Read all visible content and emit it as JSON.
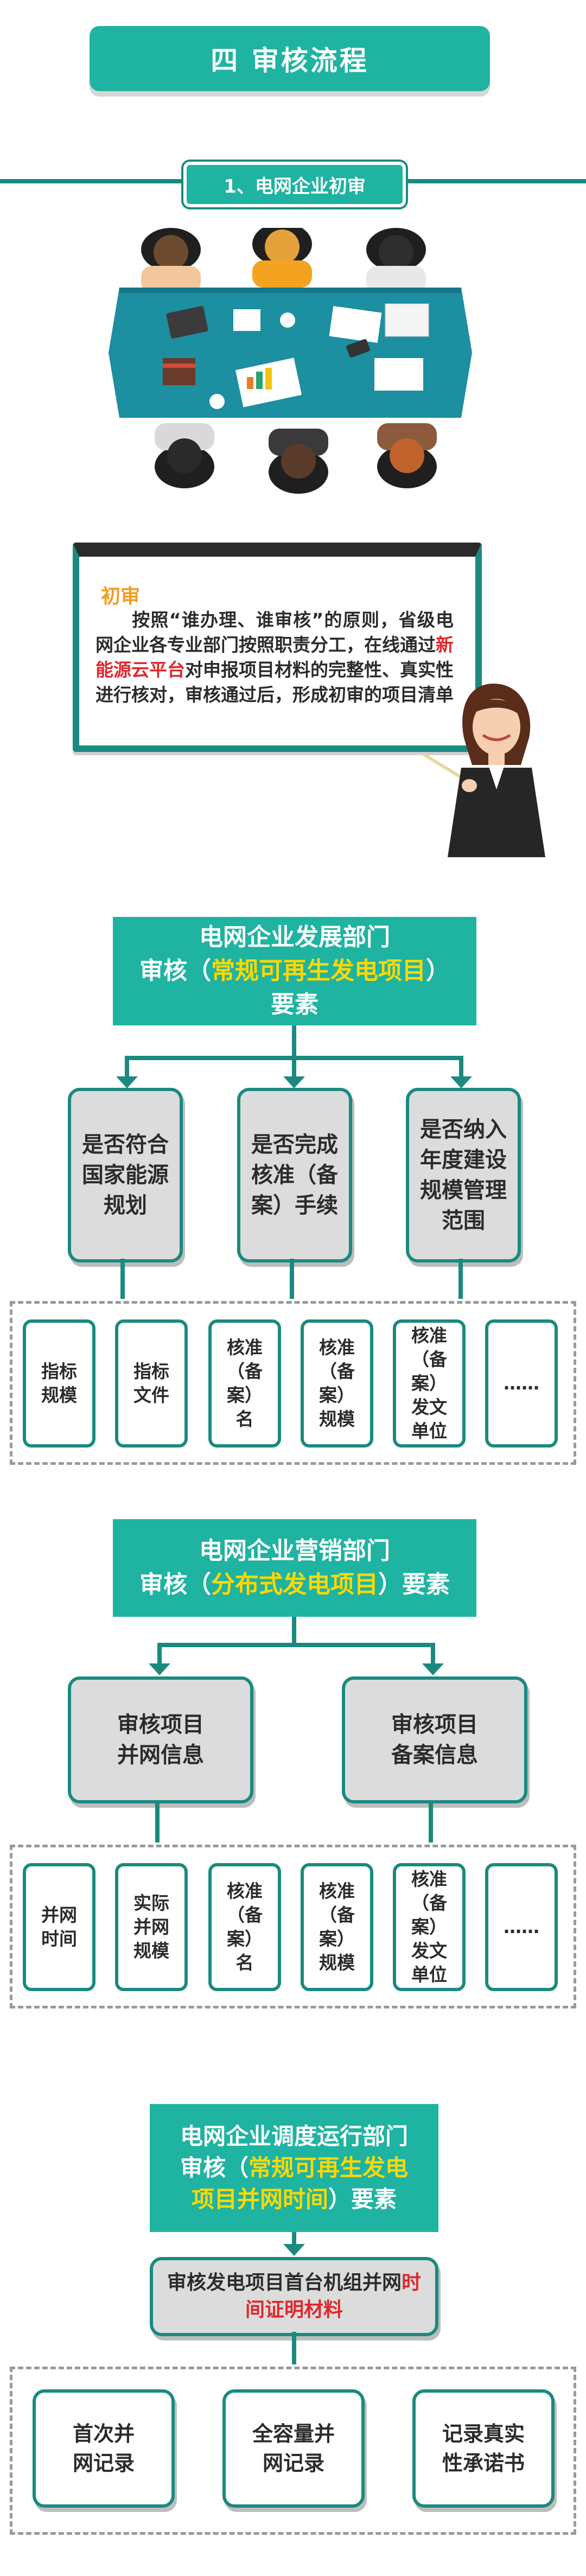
{
  "section_title": "四  审核流程",
  "sub_heading": "1、电网企业初审",
  "initial_review": {
    "title": "初审",
    "body_part1": "按照“谁办理、谁审核”的原则，省级电网企业各专业部门按照职责分工，在线通过",
    "body_highlight": "新能源云平台",
    "body_part2": "对申报项目材料的完整性、真实性进行核对，审核通过后，形成初审的项目清单"
  },
  "dev_dept": {
    "line1": "电网企业发展部门",
    "line2_prefix": "审核（",
    "line2_highlight": "常规可再生发电项目",
    "line2_suffix": "）",
    "line3": "要素",
    "criteria": [
      "是否符合国家能源规划",
      "是否完成核准（备案）手续",
      "是否纳入年度建设规模管理范围"
    ],
    "items": [
      "指标规模",
      "指标文件",
      "核准（备案）名",
      "核准（备案）规模",
      "核准（备案）发文单位",
      "……"
    ]
  },
  "mkt_dept": {
    "line1": "电网企业营销部门",
    "line2_prefix": "审核（",
    "line2_highlight": "分布式发电项目",
    "line2_suffix": "）要素",
    "criteria": [
      "审核项目并网信息",
      "审核项目备案信息"
    ],
    "items": [
      "并网时间",
      "实际并网规模",
      "核准（备案）名",
      "核准（备案）规模",
      "核准（备案）发文单位",
      "……"
    ]
  },
  "dispatch_dept": {
    "line1": "电网企业调度运行部门",
    "line2_prefix": "审核（",
    "line2_highlight": "常规可再生发电",
    "line3_highlight": "项目并网时间",
    "line3_suffix": "）要素",
    "review_prefix": "审核发电项目首台机组并网",
    "review_highlight": "时间证明材料",
    "items": [
      "首次并网记录",
      "全容量并网记录",
      "记录真实性承诺书"
    ]
  }
}
